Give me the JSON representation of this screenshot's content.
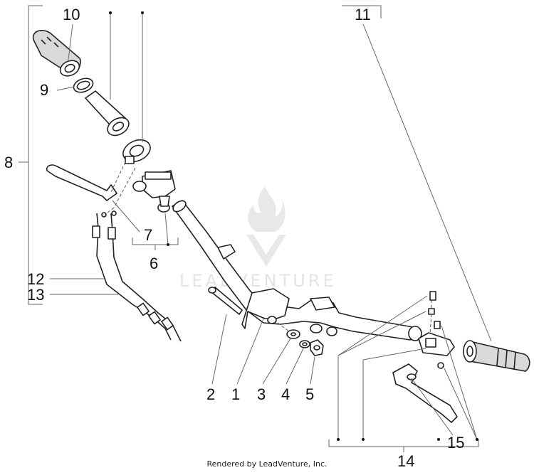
{
  "diagram": {
    "callouts": {
      "c1": "1",
      "c2": "2",
      "c3": "3",
      "c4": "4",
      "c5": "5",
      "c6": "6",
      "c7": "7",
      "c8": "8",
      "c9": "9",
      "c10": "10",
      "c11": "11",
      "c12": "12",
      "c13": "13",
      "c14": "14",
      "c15": "15"
    },
    "watermark": {
      "logo_text": "LEADVENTURE"
    },
    "footer": {
      "credit": "Rendered by LeadVenture, Inc."
    },
    "colors": {
      "line": "#222222",
      "leader": "#666666",
      "watermark": "#cfcfcf",
      "grip_fill": "#d9d9d9"
    }
  }
}
